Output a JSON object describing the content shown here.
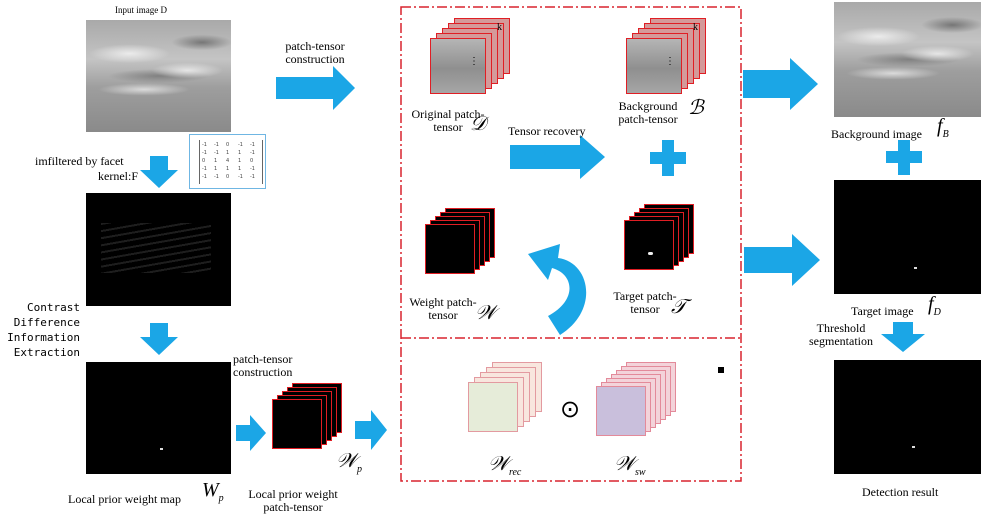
{
  "labels": {
    "input_image": "Input image D",
    "patch_tensor_construction_top": "patch-tensor construction",
    "filtered_line1": "imfiltered by facet",
    "filtered_line2": "kernel:F",
    "contrast": "Contrast Difference Information Extraction",
    "local_prior_map": "Local prior weight map",
    "patch_tensor_construction_bottom": "patch-tensor construction",
    "local_prior_tensor": "Local prior weight patch-tensor",
    "original_patch_tensor": "Original patch-tensor",
    "background_patch_tensor": "Background patch-tensor",
    "tensor_recovery": "Tensor recovery",
    "weight_patch_tensor": "Weight patch-tensor",
    "target_patch_tensor": "Target patch-tensor",
    "background_image": "Background image",
    "target_image": "Target image",
    "threshold_segmentation": "Threshold segmentation",
    "detection_result": "Detection result"
  },
  "symbols": {
    "D": "𝒟",
    "B": "ℬ",
    "W": "𝒲",
    "T": "𝒯",
    "Wp": "W",
    "Wp_sub": "p",
    "Wcal_p": "𝒲",
    "Wcal_p_sub": "p",
    "W_rec": "𝒲",
    "W_rec_sub": "rec",
    "W_sw": "𝒲",
    "W_sw_sub": "sw",
    "fB": "f",
    "fB_sub": "B",
    "fD": "f",
    "fD_sub": "D",
    "k": "k",
    "dots": "⋮",
    "odot": "⊙",
    "plus": "+"
  },
  "kernel_matrix": [
    [
      "-1",
      "-1",
      "0",
      "-1",
      "-1"
    ],
    [
      "-1",
      "-1",
      "1",
      "1",
      "-1"
    ],
    [
      "0",
      "1",
      "4",
      "1",
      "0"
    ],
    [
      "-1",
      "1",
      "1",
      "1",
      "-1"
    ],
    [
      "-1",
      "-1",
      "0",
      "-1",
      "-1"
    ]
  ],
  "colors": {
    "arrow": "#1ba6e6",
    "dashed_box": "#d9232f",
    "tensor_edge": "#e01e24"
  }
}
